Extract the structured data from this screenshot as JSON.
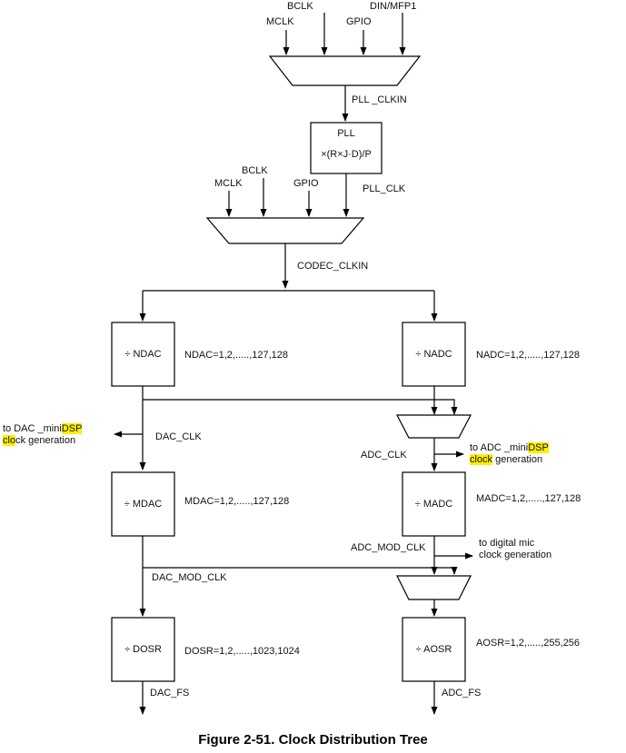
{
  "caption": "Figure 2-51. Clock Distribution Tree",
  "colors": {
    "highlight": "#ffee00",
    "line": "#000000",
    "background": "#ffffff"
  },
  "inputs_top": {
    "mclk": "MCLK",
    "bclk": "BCLK",
    "gpio": "GPIO",
    "din": "DIN/MFP1"
  },
  "pll": {
    "clkin": "PLL _CLKIN",
    "name": "PLL",
    "formula": "×(R×J·D)/P",
    "clk": "PLL_CLK"
  },
  "inputs_mid": {
    "mclk": "MCLK",
    "bclk": "BCLK",
    "gpio": "GPIO"
  },
  "codec_clkin": "CODEC_CLKIN",
  "dividers": {
    "ndac": {
      "label": "÷ NDAC",
      "range": "NDAC=1,2,.....,127,128"
    },
    "nadc": {
      "label": "÷ NADC",
      "range": "NADC=1,2,.....,127,128"
    },
    "mdac": {
      "label": "÷ MDAC",
      "range": "MDAC=1,2,.....,127,128"
    },
    "madc": {
      "label": "÷ MADC",
      "range": "MADC=1,2,.....,127,128"
    },
    "dosr": {
      "label": "÷ DOSR",
      "range": "DOSR=1,2,.....,1023,1024"
    },
    "aosr": {
      "label": "÷ AOSR",
      "range": "AOSR=1,2,.....,255,256"
    }
  },
  "signals": {
    "dac_clk": "DAC_CLK",
    "adc_clk": "ADC_CLK",
    "dac_mod_clk": "DAC_MOD_CLK",
    "adc_mod_clk": "ADC_MOD_CLK",
    "dac_fs": "DAC_FS",
    "adc_fs": "ADC_FS"
  },
  "notes": {
    "dac_dsp": {
      "pre1": "to DAC _mini",
      "hl1": "DSP",
      "hl2": "clo",
      "post2": "ck generation"
    },
    "adc_dsp": {
      "pre1": "to ADC _mini",
      "hl1": "DSP",
      "hl2": "clock",
      "post2": " generation"
    },
    "digital_mic": {
      "line1": "to digital mic",
      "line2": "clock generation"
    }
  }
}
